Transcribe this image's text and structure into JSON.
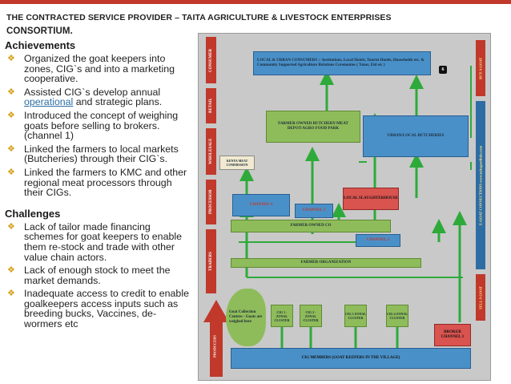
{
  "title_line1": "THE CONTRACTED SERVICE PROVIDER – TAITA AGRICULTURE & LIVESTOCK ENTERPRISES",
  "title_line2": "CONSORTIUM.",
  "achievements": {
    "heading": "Achievements",
    "items": [
      "Organized the goat keepers into zones, CIG`s and into a marketing cooperative.",
      "Linked the farmers to local markets (Butcheries) through their CIG`s.",
      "Linked the farmers to KMC and other regional meat processors through their CIGs."
    ],
    "item2_pre": "Assisted CIG`s develop annual",
    "item2_link": "operational",
    "item2_post": "and strategic plans.",
    "item3": "Introduced the concept of weighing goats before selling to brokers.(channel 1)"
  },
  "challenges": {
    "heading": "Challenges",
    "items": [
      "Lack of tailor made financing schemes for goat keepers to enable them re-stock and trade with other value chain actors.",
      "Lack of enough stock to meet the market demands.",
      "Inadequate access to credit to enable goalkeepers access inputs such as breeding bucks, Vaccines, de-wormers etc"
    ]
  },
  "diagram": {
    "left_bands": [
      "CONSUMER",
      "RETAIL",
      "WHOLESALE",
      "PROCESSOR",
      "TRADERS",
      "PRODUCERS"
    ],
    "right_bands": [
      "BUY A GOAT",
      "E-GOAT CONNECTIONS  www.taitagoatlinks.com",
      "SELL A GOAT"
    ],
    "consumers": "LOCAL & URBAN CONSUMERS :- Institutions, Local Hotels, Tourist Hotels, Households etc. & Community Supported Agriculture Relations Ceremonies ( Xmas, Eid etc )",
    "badge": "6",
    "farmer_butchery": "FARMER OWNED BUTCHERY/MEAT DEPOT/AGRO FOOD PARK",
    "urban_butcheries": "URBAN/LOCAL BUTCHERIES",
    "kmc": "KENYA MEAT COMMISSION",
    "channel4": "CHANNEL 4",
    "channel3": "CHANNEL 3",
    "local_slaughter": "LOCAL SLAUGHTERHOUSE",
    "farmer_owned_co": "FARMER OWNED CO",
    "channel2": "CHANNEL 2",
    "farmer_org": "FARMER ORGANIZATION",
    "goat_centres": "Goat Collection Centres - Goats are weighed here",
    "clusters": [
      "CIG 1 - ZONAL CLUSTER",
      "CIG 2 - ZONAL CLUSTER",
      "CIG 3 ZONAL CLUSTER",
      "CIG 4 ZONAL CLUSTER"
    ],
    "broker": "BROKER CHANNEL 1",
    "members": "CIG MEMBERS (GOAT KEEPERS IN THE VILLAGE)",
    "colors": {
      "band_red": "#c0392b",
      "box_blue": "#4a90c8",
      "box_green": "#8fbc5a",
      "box_red": "#d9534f",
      "arrow_green": "#2eaa3a"
    }
  }
}
